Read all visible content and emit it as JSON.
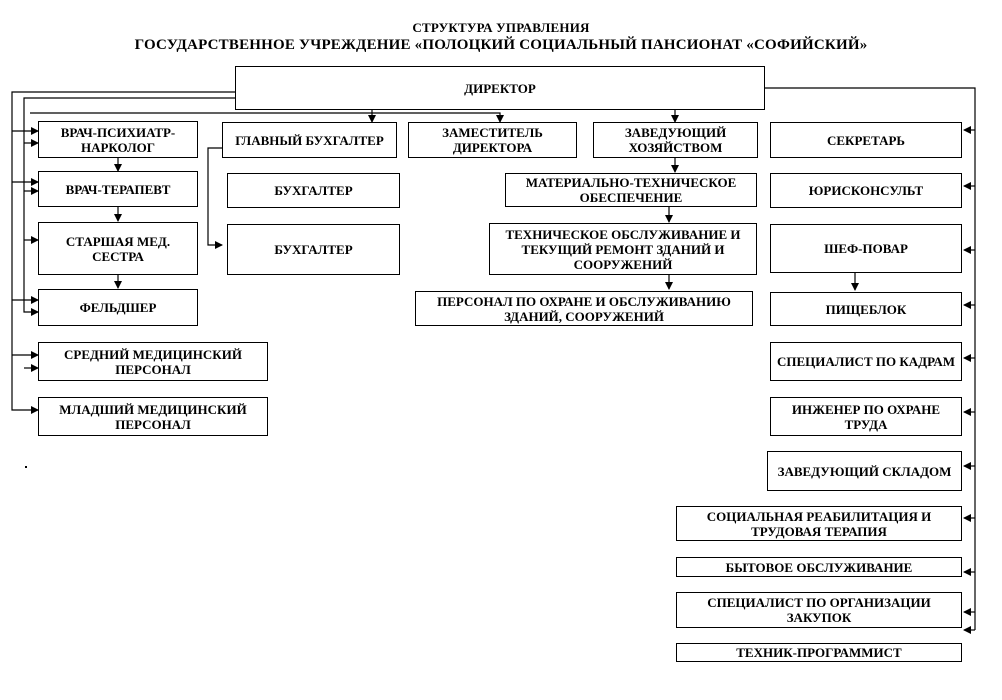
{
  "header": {
    "title": "СТРУКТУРА УПРАВЛЕНИЯ",
    "subtitle": "ГОСУДАРСТВЕННОЕ УЧРЕЖДЕНИЕ «ПОЛОЦКИЙ СОЦИАЛЬНЫЙ ПАНСИОНАТ «СОФИЙСКИЙ»"
  },
  "nodes": {
    "director": "ДИРЕКТОР",
    "psychiatrist": "ВРАЧ-ПСИХИАТР-НАРКОЛОГ",
    "therapist": "ВРАЧ-ТЕРАПЕВТ",
    "head_nurse": "СТАРШАЯ МЕД. СЕСТРА",
    "paramedic": "ФЕЛЬДШЕР",
    "mid_medical": "СРЕДНИЙ МЕДИЦИНСКИЙ ПЕРСОНАЛ",
    "junior_medical": "МЛАДШИЙ МЕДИЦИНСКИЙ ПЕРСОНАЛ",
    "chief_accountant": "ГЛАВНЫЙ БУХГАЛТЕР",
    "accountant_1": "БУХГАЛТЕР",
    "accountant_2": "БУХГАЛТЕР",
    "deputy_director": "ЗАМЕСТИТЕЛЬ ДИРЕКТОРА",
    "head_household": "ЗАВЕДУЮЩИЙ ХОЗЯЙСТВОМ",
    "material_supply": "МАТЕРИАЛЬНО-ТЕХНИЧЕСКОЕ ОБЕСПЕЧЕНИЕ",
    "maintenance": "ТЕХНИЧЕСКОЕ ОБСЛУЖИВАНИЕ И ТЕКУЩИЙ РЕМОНТ ЗДАНИЙ И СООРУЖЕНИЙ",
    "security": "ПЕРСОНАЛ ПО ОХРАНЕ И ОБСЛУЖИВАНИЮ ЗДАНИЙ, СООРУЖЕНИЙ",
    "secretary": "СЕКРЕТАРЬ",
    "legal": "ЮРИСКОНСУЛЬТ",
    "chef": "ШЕФ-ПОВАР",
    "catering": "ПИЩЕБЛОК",
    "hr": "СПЕЦИАЛИСТ ПО КАДРАМ",
    "safety_engineer": "ИНЖЕНЕР ПО ОХРАНЕ ТРУДА",
    "warehouse": "ЗАВЕДУЮЩИЙ СКЛАДОМ",
    "rehab": "СОЦИАЛЬНАЯ РЕАБИЛИТАЦИЯ И ТРУДОВАЯ ТЕРАПИЯ",
    "household_service": "БЫТОВОЕ ОБСЛУЖИВАНИЕ",
    "procurement": "СПЕЦИАЛИСТ ПО ОРГАНИЗАЦИИ ЗАКУПОК",
    "programmer": "ТЕХНИК-ПРОГРАММИСТ"
  }
}
